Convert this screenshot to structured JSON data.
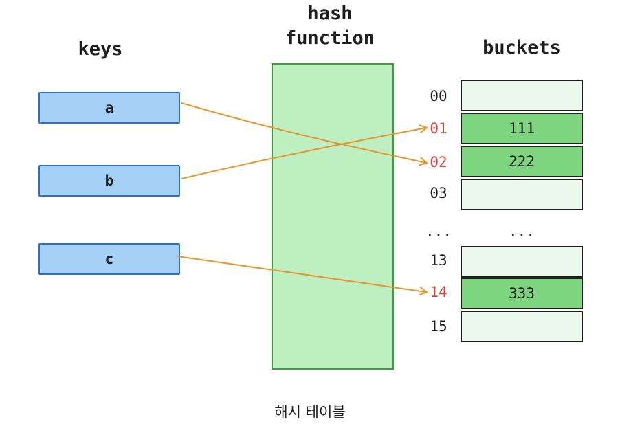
{
  "headings": {
    "keys": "keys",
    "hash_function": "hash\nfunction",
    "buckets": "buckets"
  },
  "keys": [
    "a",
    "b",
    "c"
  ],
  "bucket_indices": {
    "i00": "00",
    "i01": "01",
    "i02": "02",
    "i03": "03",
    "ellipsis": "...",
    "i13": "13",
    "i14": "14",
    "i15": "15"
  },
  "bucket_values": {
    "b00": "",
    "b01": "111",
    "b02": "222",
    "b03": "",
    "ellipsis": "...",
    "b13": "",
    "b14": "333",
    "b15": ""
  },
  "caption": "해시 테이블",
  "colors": {
    "key_fill": "#a5d0f8",
    "key_border": "#2f6fc8",
    "hash_fill": "#bdefc0",
    "hash_border": "#3f9f3f",
    "bucket_filled": "#7ed57f",
    "bucket_empty": "#ebf8ec",
    "arrow": "#e8962b",
    "highlight_index": "#d9443c"
  }
}
